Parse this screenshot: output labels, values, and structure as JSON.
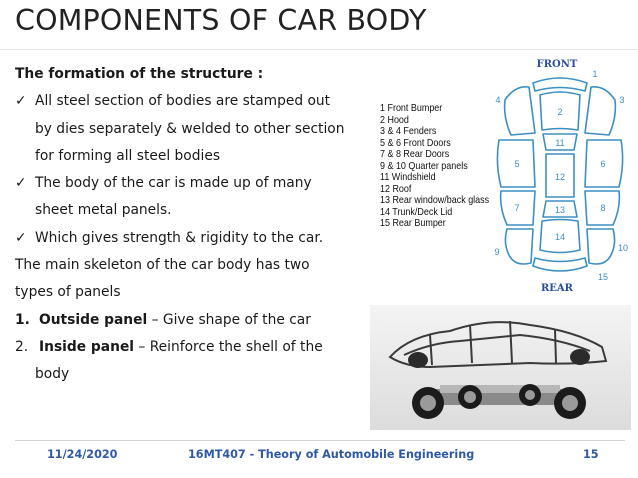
{
  "slide": {
    "title": "COMPONENTS OF CAR BODY",
    "heading": "The formation of the structure :",
    "bullets": [
      {
        "mark": "✓",
        "lines": [
          "All steel section of bodies are stamped out",
          "by dies separately & welded to other section",
          "for forming all steel bodies"
        ]
      },
      {
        "mark": "✓",
        "lines": [
          "The body of the car is made up of many",
          "sheet metal panels."
        ]
      },
      {
        "mark": "✓",
        "lines": [
          "Which gives strength & rigidity to the car."
        ]
      }
    ],
    "paragraph": [
      "The main skeleton of the car body has two",
      "types of panels"
    ],
    "panels": [
      {
        "num": "1.",
        "name": "Outside panel",
        "desc": " – Give shape of the car"
      },
      {
        "num": "2.",
        "name": "Inside panel",
        "desc": " – Reinforce the shell of the",
        "cont": "body"
      }
    ]
  },
  "diagram": {
    "front_label": "FRONT",
    "rear_label": "REAR",
    "legend": [
      "1 Front Bumper",
      "2 Hood",
      "3 & 4 Fenders",
      "5 & 6 Front Doors",
      "7 & 8 Rear Doors",
      "9 & 10 Quarter panels",
      "11 Windshield",
      "12 Roof",
      "13 Rear window/back glass",
      "14 Trunk/Deck Lid",
      "15 Rear Bumper"
    ],
    "numbers": [
      "1",
      "2",
      "3",
      "4",
      "5",
      "6",
      "7",
      "8",
      "9",
      "10",
      "11",
      "12",
      "13",
      "14",
      "15"
    ],
    "accent": "#3b8fc4",
    "label_color": "#2a4f9a"
  },
  "footer": {
    "date": "11/24/2020",
    "course": "16MT407 - Theory of Automobile Engineering",
    "page": "15",
    "color": "#2f5aa3"
  }
}
